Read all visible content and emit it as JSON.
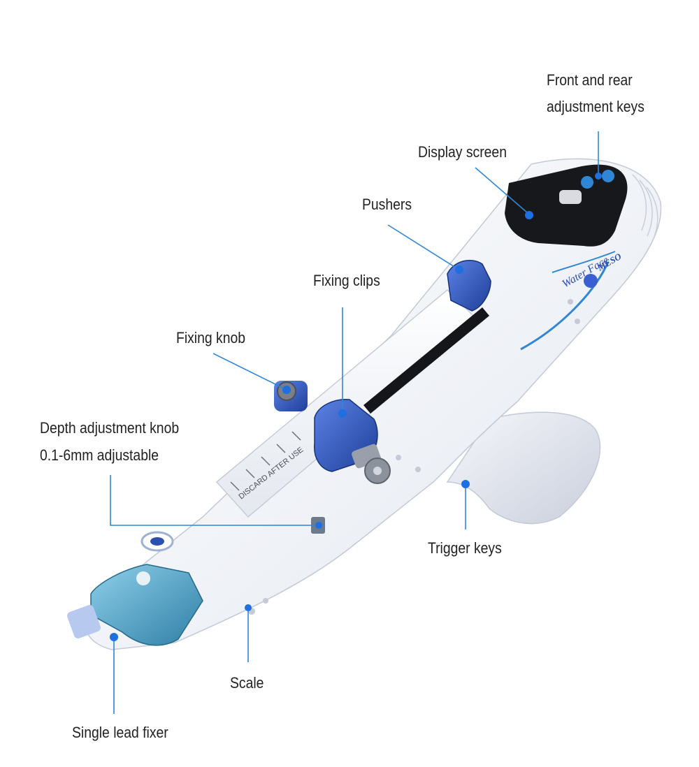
{
  "diagram": {
    "labels": {
      "front_rear_keys_line1": "Front and rear",
      "front_rear_keys_line2": "adjustment keys",
      "display_screen": "Display screen",
      "pushers": "Pushers",
      "fixing_clips": "Fixing clips",
      "fixing_knob": "Fixing knob",
      "depth_knob_line1": "Depth adjustment knob",
      "depth_knob_line2": "0.1-6mm adjustable",
      "trigger_keys": "Trigger keys",
      "scale": "Scale",
      "single_lead_fixer": "Single lead fixer"
    },
    "device_print": {
      "brand_line1": "Water Face",
      "brand_line2": "MESO",
      "syringe_warning": "DISCARD AFTER USE"
    },
    "colors": {
      "callout_line": "#2f86d6",
      "callout_dot": "#1e6fe0",
      "device_body": "#f2f4f8",
      "accent_blue": "#2b4fb0",
      "cartridge_teal": "#4aa3c8",
      "display_panel": "#17181c",
      "label_text": "#222222"
    }
  }
}
